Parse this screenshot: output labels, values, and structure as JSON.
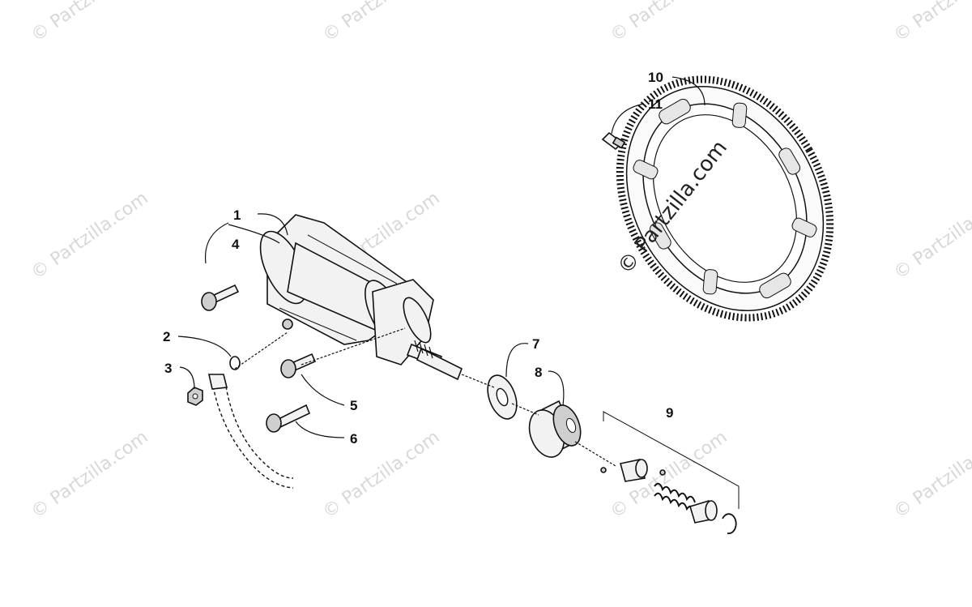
{
  "diagram": {
    "callouts": [
      {
        "id": "1",
        "label": "1"
      },
      {
        "id": "2",
        "label": "2"
      },
      {
        "id": "3",
        "label": "3"
      },
      {
        "id": "4",
        "label": "4"
      },
      {
        "id": "5",
        "label": "5"
      },
      {
        "id": "6",
        "label": "6"
      },
      {
        "id": "7",
        "label": "7"
      },
      {
        "id": "8",
        "label": "8"
      },
      {
        "id": "9",
        "label": "9"
      },
      {
        "id": "10",
        "label": "10"
      },
      {
        "id": "11",
        "label": "11"
      }
    ],
    "watermark_text": "© Partzilla.com",
    "center_watermark_text": "© Partzilla.com"
  }
}
